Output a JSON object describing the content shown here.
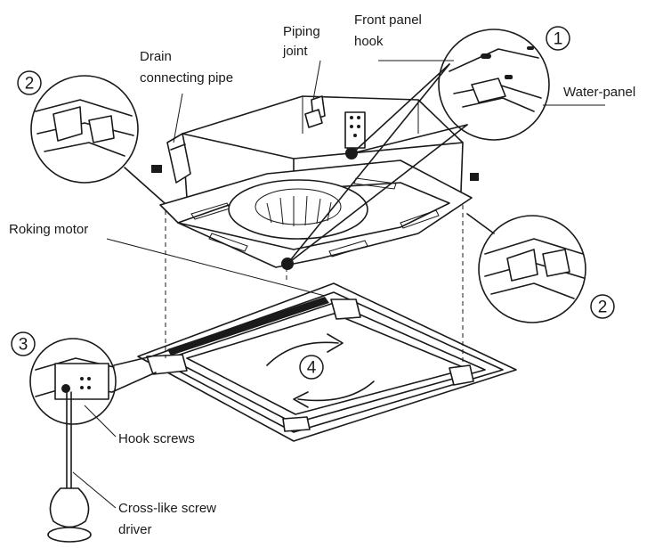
{
  "labels": {
    "drain_pipe_line1": "Drain",
    "drain_pipe_line2": "connecting pipe",
    "piping_joint_line1": "Piping",
    "piping_joint_line2": "joint",
    "front_panel_hook_line1": "Front panel",
    "front_panel_hook_line2": "hook",
    "water_panel": "Water-panel",
    "roking_motor": "Roking motor",
    "hook_screws": "Hook screws",
    "screwdriver_line1": "Cross-like screw",
    "screwdriver_line2": "driver"
  },
  "callouts": {
    "one": "1",
    "two_left": "2",
    "two_right": "2",
    "three": "3",
    "four": "4"
  }
}
